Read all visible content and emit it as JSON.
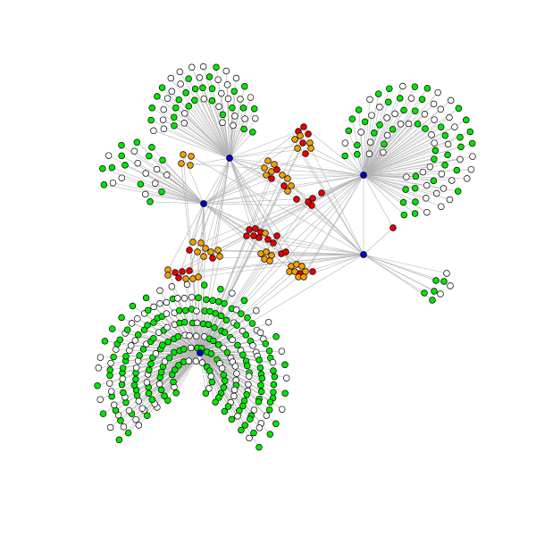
{
  "graph": {
    "colors": {
      "background": "#ffffff",
      "edge": "#b4b4b4",
      "outline": "#000000",
      "hub": "#0000cc",
      "leaf_green": "#00e600",
      "leaf_white": "#ffffff",
      "orange": "#f5a000",
      "red": "#e60000"
    },
    "node_categories": [
      "hub",
      "green-leaf",
      "white-leaf",
      "orange",
      "red"
    ],
    "hubs": [
      {
        "id": "hub-top",
        "cluster_size": 70
      },
      {
        "id": "hub-right",
        "cluster_size": 100
      },
      {
        "id": "hub-left",
        "cluster_size": 24
      },
      {
        "id": "hub-center-right",
        "cluster_size": 8
      },
      {
        "id": "hub-bottom",
        "cluster_size": 260
      }
    ],
    "interior_node_groups": 12,
    "labels_present": false
  }
}
